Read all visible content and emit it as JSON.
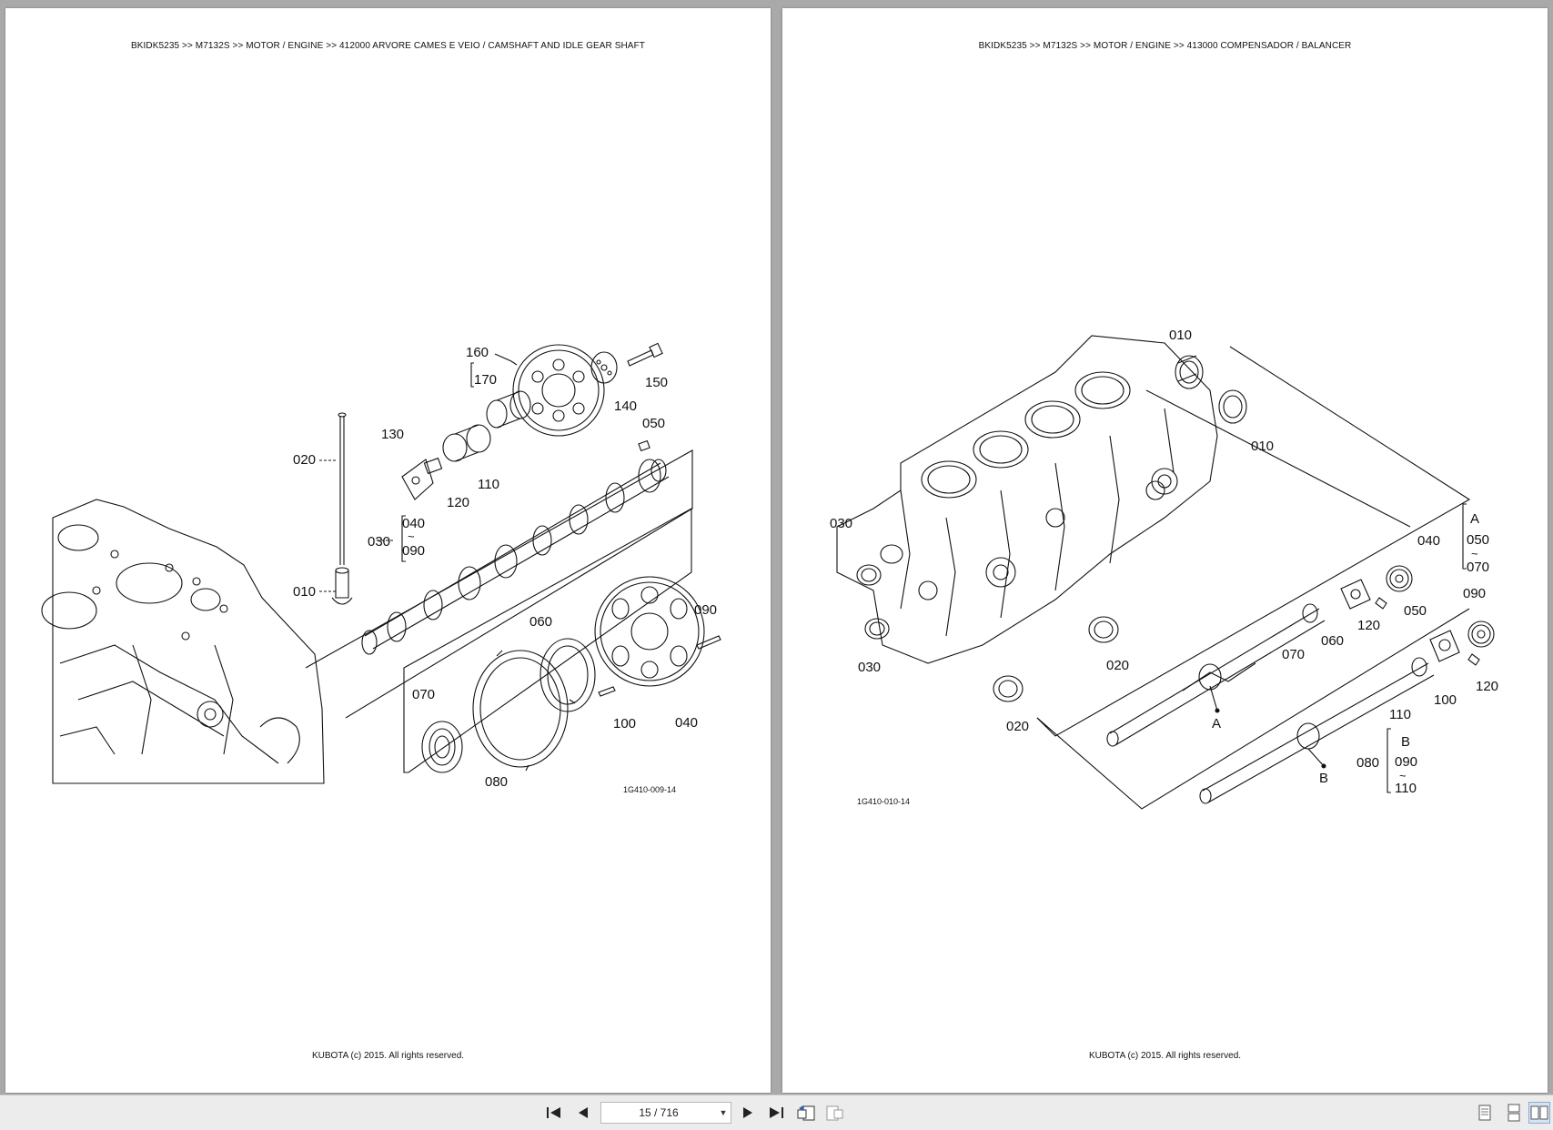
{
  "left_page": {
    "header": "BKIDK5235 >> M7132S >> MOTOR / ENGINE >> 412000   ARVORE CAMES E VEIO / CAMSHAFT AND IDLE GEAR SHAFT",
    "footer": "KUBOTA (c) 2015. All rights reserved.",
    "figure_code": "1G410-009-14",
    "callouts": {
      "c160": "160",
      "c170": "170",
      "c150": "150",
      "c140": "140",
      "c050": "050",
      "c130": "130",
      "c020": "020",
      "c110": "110",
      "c120": "120",
      "c040a": "040",
      "c030": "030",
      "c090a": "090",
      "c010": "010",
      "c060": "060",
      "c090b": "090",
      "c070": "070",
      "c100": "100",
      "c040b": "040",
      "c080": "080"
    }
  },
  "right_page": {
    "header": "BKIDK5235 >> M7132S >> MOTOR / ENGINE >> 413000   COMPENSADOR / BALANCER",
    "footer": "KUBOTA (c) 2015. All rights reserved.",
    "figure_code": "1G410-010-14",
    "callouts": {
      "c010a": "010",
      "c010b": "010",
      "c030a": "030",
      "c030b": "030",
      "c040": "040",
      "cA1": "A",
      "c050a": "050",
      "c070a": "070",
      "c050b": "050",
      "c120a": "120",
      "c060": "060",
      "c070b": "070",
      "c090": "090",
      "c020a": "020",
      "c020b": "020",
      "c100": "100",
      "c120b": "120",
      "c110": "110",
      "cA2": "A",
      "cB1": "B",
      "c080": "080",
      "cB2": "B",
      "c090b": "090",
      "c110b": "110"
    }
  },
  "toolbar": {
    "page_indicator": "15 / 716",
    "icons": [
      "first-page-icon",
      "prev-page-icon",
      "next-page-icon",
      "last-page-icon",
      "back-view-icon",
      "forward-view-icon",
      "single-page-icon",
      "continuous-page-icon",
      "two-page-icon"
    ]
  },
  "colors": {
    "background": "#a9a9a9",
    "page": "#ffffff",
    "toolbar": "#ececec",
    "line": "#111111"
  }
}
